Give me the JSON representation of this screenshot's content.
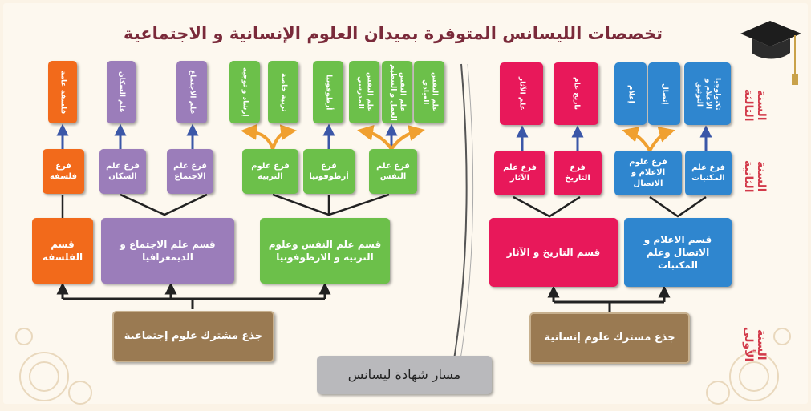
{
  "title": "تخصصات الليسانس المتوفرة بميدان العلوم الإنسانية و الاجتماعية",
  "path_label": "مسار شهادة ليسانس",
  "years": {
    "first": "السنة الأولى",
    "second": "السنة الثانية",
    "third": "السنة الثالثة"
  },
  "social": {
    "common_trunk": "جذع مشترك علوم إجتماعية",
    "departments": {
      "philosophy": "قسم الفلسفة",
      "sociology": "قسم علم الاجتماع و الديمغرافيا",
      "psychology": "قسم علم النفس وعلوم التربية و الارطوفونيا"
    },
    "branches": {
      "philosophy": "فرع فلسفة",
      "demography": "فرع علم السكان",
      "sociology": "فرع علم الاجتماع",
      "education": "فرع علوم التربية",
      "orthophony": "فرع أرطوفونيا",
      "psychology": "فرع علم النفس"
    },
    "specialties": {
      "philosophy": "فلسفة عامة",
      "demography": "علم السكان",
      "sociology": "علم الاجتماع",
      "guidance": "إرشاد و توجيه",
      "special_ed": "تربية خاصة",
      "orthophony": "أرطوفونيا",
      "school_psych": "علم النفس المدرسي",
      "work_psych": "علم النفس العمل و التنظيم",
      "clinical_psych": "علم النفس العيادي"
    }
  },
  "human": {
    "common_trunk": "جذع مشترك علوم إنسانية",
    "departments": {
      "history": "قسم التاريخ و الآثار",
      "media": "قسم الاعلام و الاتصال وعلم المكتبات"
    },
    "branches": {
      "archaeology": "فرع علم الآثار",
      "history": "فرع التاريخ",
      "media": "فرع علوم الاعلام و الاتصال",
      "library": "فرع علم المكتبات"
    },
    "specialties": {
      "archaeology": "علم الآثار",
      "history": "تاريخ عام",
      "media": "إعلام",
      "communication": "إتصال",
      "library_tech": "تكنولوجيا الاعلام و التوثيق"
    }
  },
  "colors": {
    "philosophy": "#f26a1b",
    "sociology": "#9b7dba",
    "psychology": "#6cc04a",
    "history": "#e8185a",
    "media": "#2f86cf",
    "trunk": "#9a7a52",
    "title": "#7a2a3a",
    "year_label": "#d23a4a"
  },
  "icons": [
    "graduation-cap-icon",
    "ornament-swirl-icon"
  ]
}
